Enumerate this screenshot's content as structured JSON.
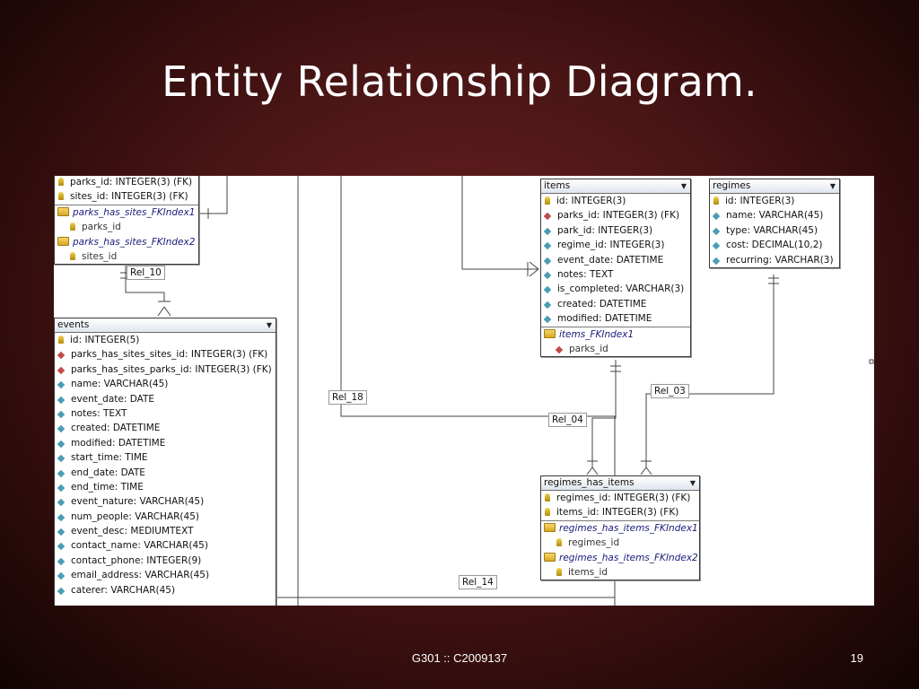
{
  "slide": {
    "title": "Entity Relationship Diagram.",
    "footer": "G301 :: C2009137",
    "page_number": "19"
  },
  "tables": {
    "parks_has_sites": {
      "columns": [
        "parks_id: INTEGER(3) (FK)",
        "sites_id: INTEGER(3) (FK)"
      ],
      "indexes": [
        {
          "name": "parks_has_sites_FKIndex1",
          "field": "parks_id"
        },
        {
          "name": "parks_has_sites_FKIndex2",
          "field": "sites_id"
        }
      ]
    },
    "events": {
      "name": "events",
      "columns": [
        "id: INTEGER(5)",
        "parks_has_sites_sites_id: INTEGER(3) (FK)",
        "parks_has_sites_parks_id: INTEGER(3) (FK)",
        "name: VARCHAR(45)",
        "event_date: DATE",
        "notes: TEXT",
        "created: DATETIME",
        "modified: DATETIME",
        "start_time: TIME",
        "end_date: DATE",
        "end_time: TIME",
        "event_nature: VARCHAR(45)",
        "num_people: VARCHAR(45)",
        "event_desc: MEDIUMTEXT",
        "contact_name: VARCHAR(45)",
        "contact_phone: INTEGER(9)",
        "email_address: VARCHAR(45)",
        "caterer: VARCHAR(45)"
      ]
    },
    "items": {
      "name": "items",
      "columns": [
        "id: INTEGER(3)",
        "parks_id: INTEGER(3) (FK)",
        "park_id: INTEGER(3)",
        "regime_id: INTEGER(3)",
        "event_date: DATETIME",
        "notes: TEXT",
        "is_completed: VARCHAR(3)",
        "created: DATETIME",
        "modified: DATETIME"
      ],
      "indexes": [
        {
          "name": "items_FKIndex1",
          "field": "parks_id"
        }
      ]
    },
    "regimes": {
      "name": "regimes",
      "columns": [
        "id: INTEGER(3)",
        "name: VARCHAR(45)",
        "type: VARCHAR(45)",
        "cost: DECIMAL(10,2)",
        "recurring: VARCHAR(3)"
      ]
    },
    "regimes_has_items": {
      "name": "regimes_has_items",
      "columns": [
        "regimes_id: INTEGER(3) (FK)",
        "items_id: INTEGER(3) (FK)"
      ],
      "indexes": [
        {
          "name": "regimes_has_items_FKIndex1",
          "field": "regimes_id"
        },
        {
          "name": "regimes_has_items_FKIndex2",
          "field": "items_id"
        }
      ]
    }
  },
  "relations": {
    "rel_10": "Rel_10",
    "rel_18": "Rel_18",
    "rel_04": "Rel_04",
    "rel_03": "Rel_03",
    "rel_14": "Rel_14"
  }
}
